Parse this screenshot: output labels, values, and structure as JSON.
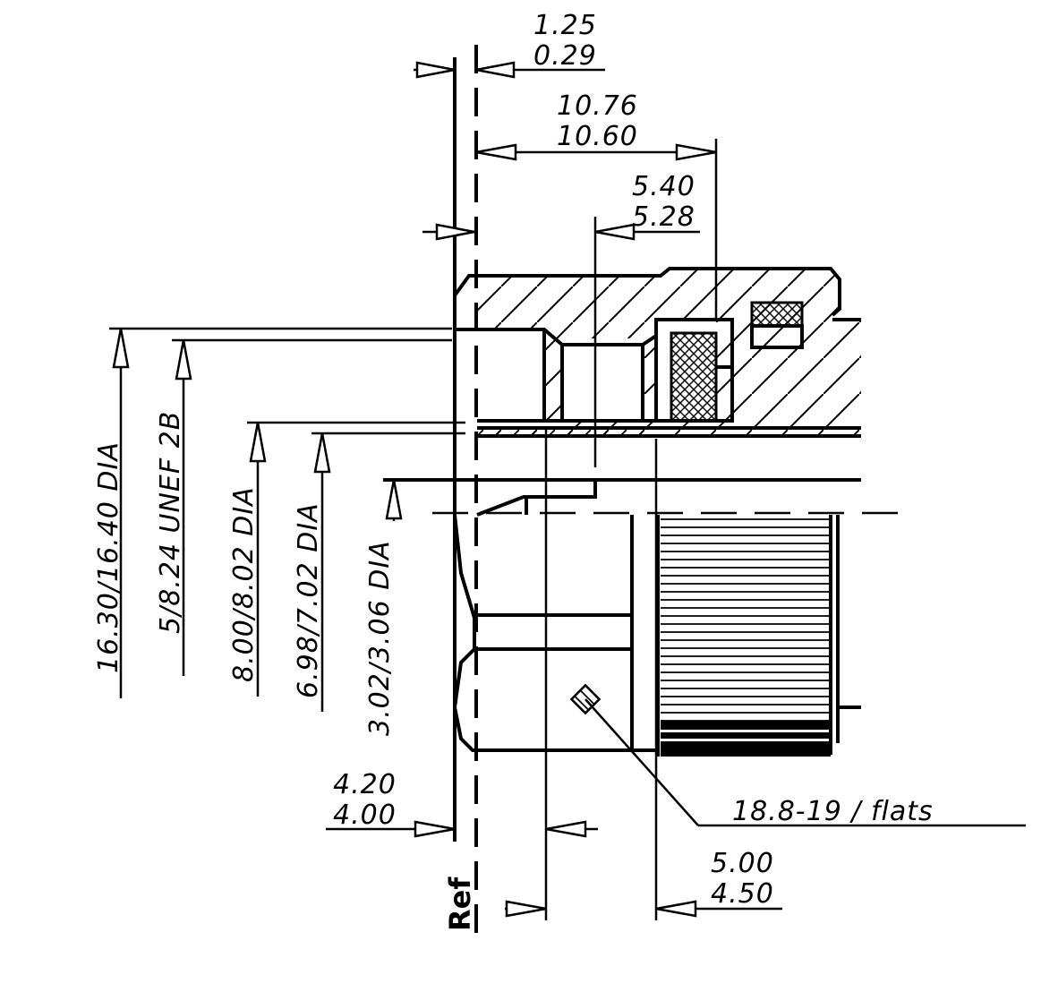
{
  "labels": {
    "top_a_upper": "1.25",
    "top_a_lower": "0.29",
    "top_b_upper": "10.76",
    "top_b_lower": "10.60",
    "top_c_upper": "5.40",
    "top_c_lower": "5.28",
    "dia_1": "16.30/16.40 DIA",
    "dia_2": "5/8.24 UNEF 2B",
    "dia_3": "8.00/8.02 DIA",
    "dia_4": "6.98/7.02 DIA",
    "dia_5": "3.02/3.06 DIA",
    "bot_a_upper": "4.20",
    "bot_a_lower": "4.00",
    "flats": "18.8-19 / flats",
    "bot_b_upper": "5.00",
    "bot_b_lower": "4.50",
    "ref": "Ref"
  }
}
